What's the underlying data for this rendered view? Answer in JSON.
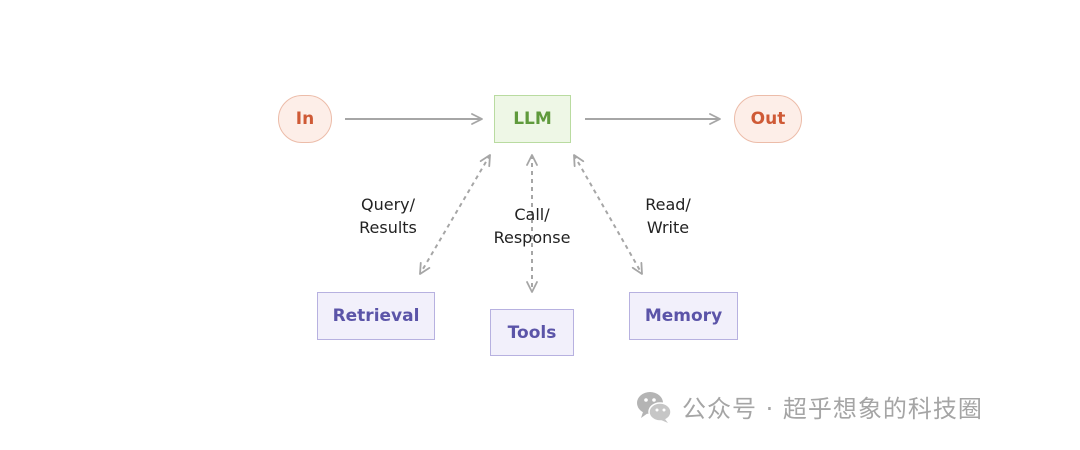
{
  "nodes": {
    "in": "In",
    "llm": "LLM",
    "out": "Out",
    "retrieval": "Retrieval",
    "tools": "Tools",
    "memory": "Memory"
  },
  "edges": {
    "query_results": "Query/\nResults",
    "call_response": "Call/\nResponse",
    "read_write": "Read/\nWrite"
  },
  "watermark": {
    "text": "公众号 · 超乎想象的科技圈",
    "icon": "wechat-icon"
  },
  "colors": {
    "io_fill": "#fdeee8",
    "io_text": "#cf5a36",
    "llm_fill": "#eef7e6",
    "llm_text": "#5f9a3c",
    "component_fill": "#f2f0fb",
    "component_text": "#5b54a8",
    "arrow": "#a6a6a6"
  }
}
